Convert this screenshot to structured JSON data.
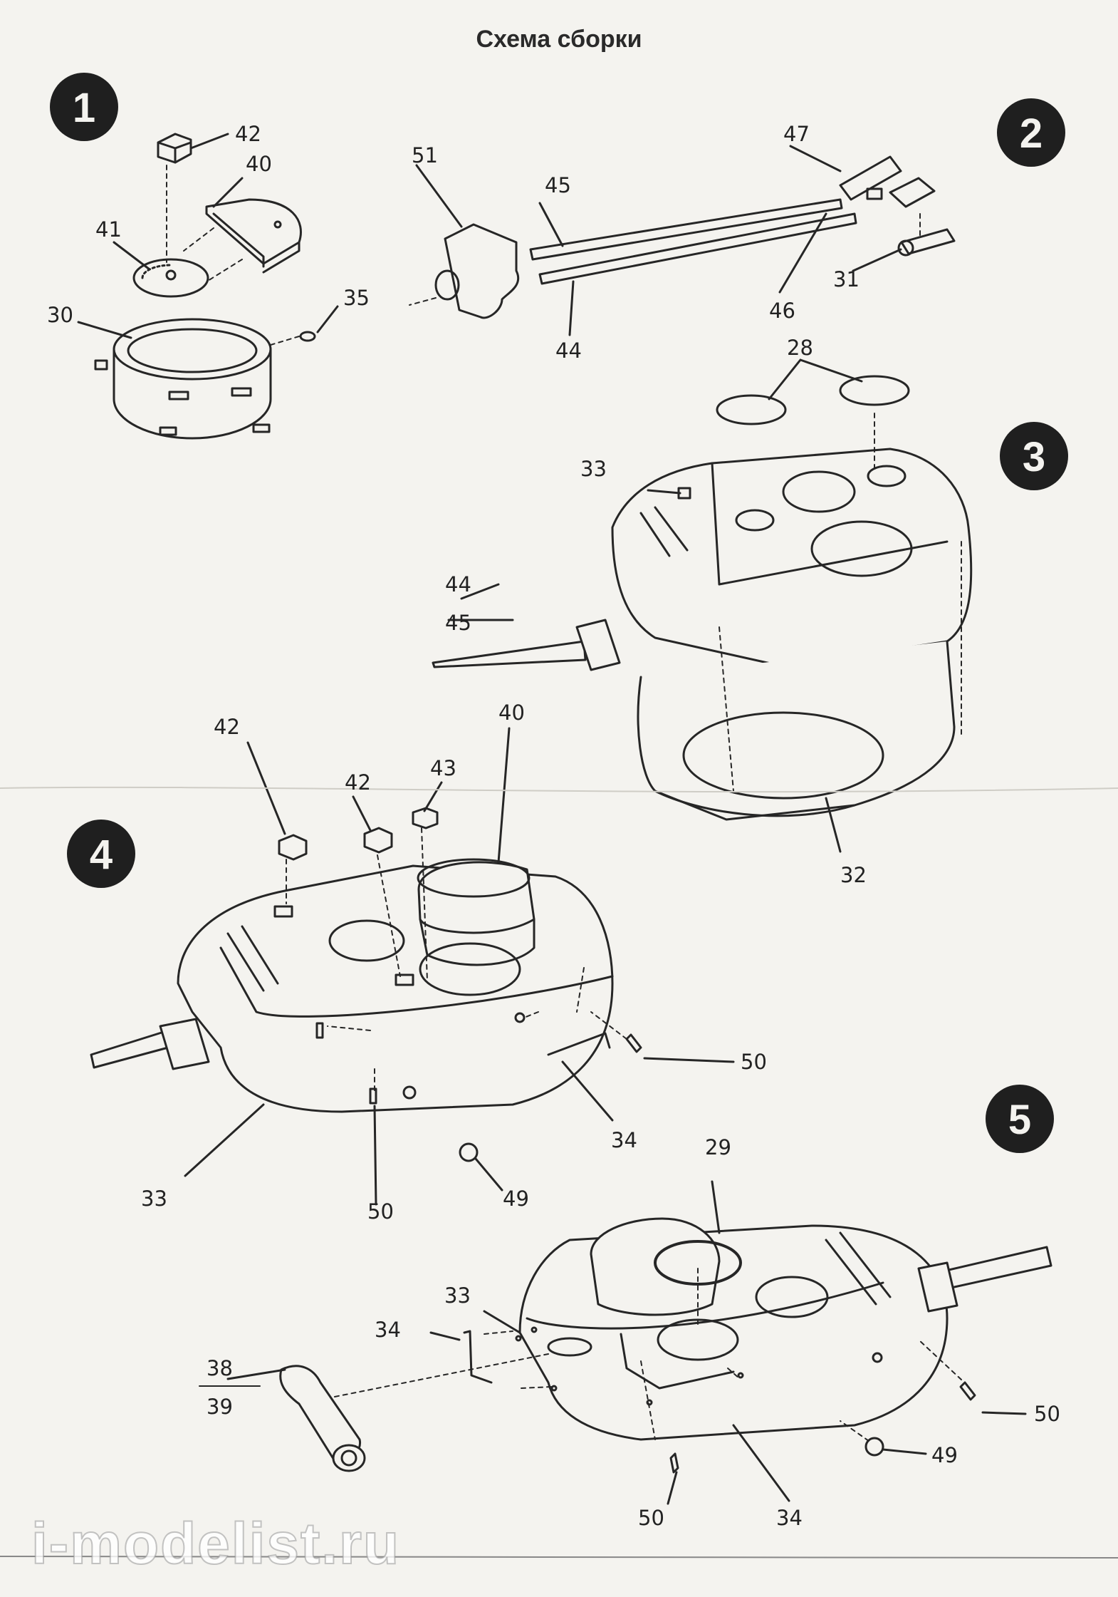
{
  "title": "Схема сборки",
  "watermark": "i-modelist.ru",
  "steps": [
    "1",
    "2",
    "3",
    "4",
    "5"
  ],
  "labels": {
    "s1": [
      "42",
      "40",
      "41",
      "35",
      "30"
    ],
    "s2": [
      "51",
      "45",
      "47",
      "31",
      "46",
      "44"
    ],
    "s3": [
      "28",
      "33",
      "44",
      "45",
      "32"
    ],
    "s4": [
      "42",
      "42",
      "43",
      "40",
      "50",
      "34",
      "33",
      "50",
      "49"
    ],
    "s5": [
      "29",
      "33",
      "34",
      "38",
      "39",
      "50",
      "49",
      "50",
      "34"
    ]
  }
}
